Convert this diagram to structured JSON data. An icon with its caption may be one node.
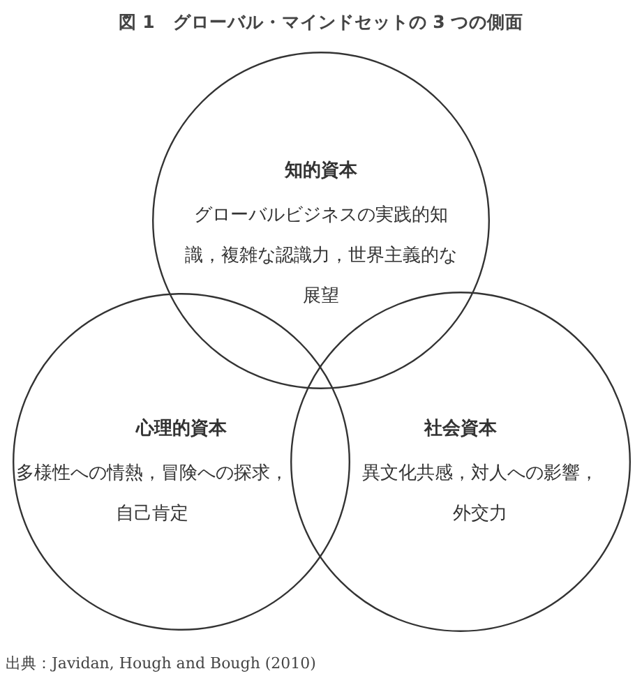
{
  "diagram": {
    "title": "図 1　グローバル・マインドセットの 3 つの側面",
    "caption": "出典：Javidan, Hough and Bough (2010)",
    "nodes": [
      {
        "text": [
          "知的資本",
          "グローバルビジネスの実践的知識，複雑な認識力，世界主義的な展望"
        ]
      },
      {
        "text": [
          "心理的資本",
          "多様性への情熱，冒険への探求，自己肯定"
        ]
      },
      {
        "text": [
          "社会資本",
          "異文化共感，対人への影響，外交力"
        ]
      }
    ]
  }
}
